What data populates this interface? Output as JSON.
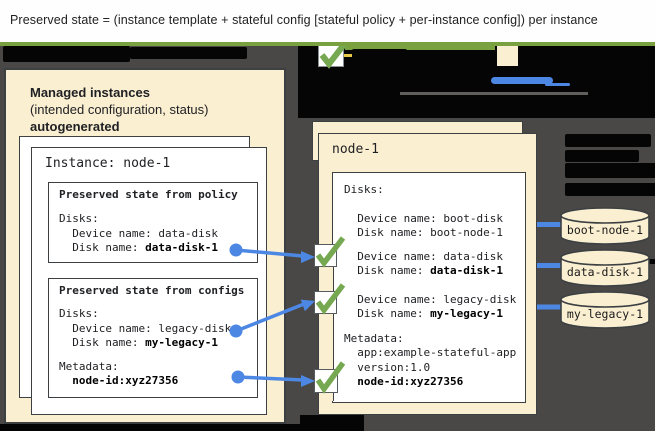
{
  "banner": {
    "text": "Preserved state = (instance template + stateful config [stateful policy + per-instance config]) per instance"
  },
  "left_panel": {
    "heading_line1": "Managed instances",
    "heading_line2": "(intended configuration, status)",
    "heading_line3": "autogenerated",
    "card_title": "Instance: node-1",
    "policy_box": {
      "title": "Preserved state from policy",
      "lines": [
        {
          "pre": "Disks:",
          "bold": ""
        },
        {
          "pre": "  Device name: data-disk",
          "bold": ""
        },
        {
          "pre": "  Disk name: ",
          "bold": "data-disk-1"
        }
      ]
    },
    "configs_box": {
      "title": "Preserved state from configs",
      "lines": [
        {
          "pre": "Disks:",
          "bold": ""
        },
        {
          "pre": "  Device name: legacy-disk",
          "bold": ""
        },
        {
          "pre": "  Disk name: ",
          "bold": "my-legacy-1"
        },
        {
          "pre": "Metadata:",
          "bold": ""
        },
        {
          "pre": "  ",
          "bold": "node-id:xyz27356"
        }
      ]
    }
  },
  "vm_panel": {
    "title": "node-1",
    "disk_box_lines": [
      {
        "pre": "Disks:",
        "bold": ""
      },
      {
        "pre": "  Device name: boot-disk",
        "bold": ""
      },
      {
        "pre": "  Disk name: boot-node-1",
        "bold": ""
      },
      {
        "pre": "  Device name: data-disk",
        "bold": ""
      },
      {
        "pre": "  Disk name: ",
        "bold": "data-disk-1"
      },
      {
        "pre": "  Device name: legacy-disk",
        "bold": ""
      },
      {
        "pre": "  Disk name: ",
        "bold": "my-legacy-1"
      },
      {
        "pre": "Metadata:",
        "bold": ""
      },
      {
        "pre": "  app:example-stateful-app",
        "bold": ""
      },
      {
        "pre": "  version:1.0",
        "bold": ""
      },
      {
        "pre": "  ",
        "bold": "node-id:xyz27356"
      }
    ]
  },
  "disks": [
    {
      "label": "boot-node-1"
    },
    {
      "label": "data-disk-1"
    },
    {
      "label": "my-legacy-1"
    }
  ],
  "colors": {
    "accent_green": "#7aa13f",
    "check_green": "#76a851",
    "arrow_blue": "#4d87e4",
    "panel_beige": "#fbefd2",
    "highlight_yellow": "#e8c84b",
    "background_dark": "#4a4846"
  }
}
